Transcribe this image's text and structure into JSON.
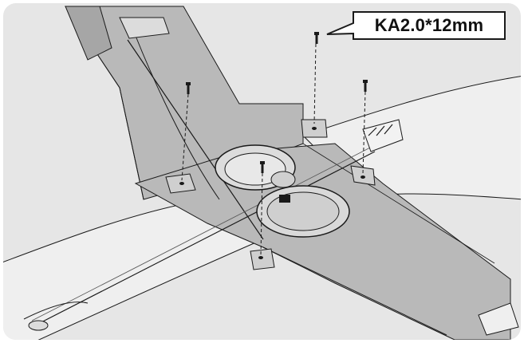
{
  "callout": {
    "label": "KA2.0*12mm"
  },
  "screws": [
    {
      "name": "top-right-screw"
    },
    {
      "name": "right-screw"
    },
    {
      "name": "left-screw"
    },
    {
      "name": "center-screw"
    }
  ],
  "colors": {
    "background": "#ffffff",
    "frame": "#e6e6e6",
    "wing": "#b9b9b9",
    "wing_dark": "#a6a6a6",
    "fuselage": "#efefef",
    "outline": "#1a1a1a",
    "screw": "#1a1a1a"
  }
}
